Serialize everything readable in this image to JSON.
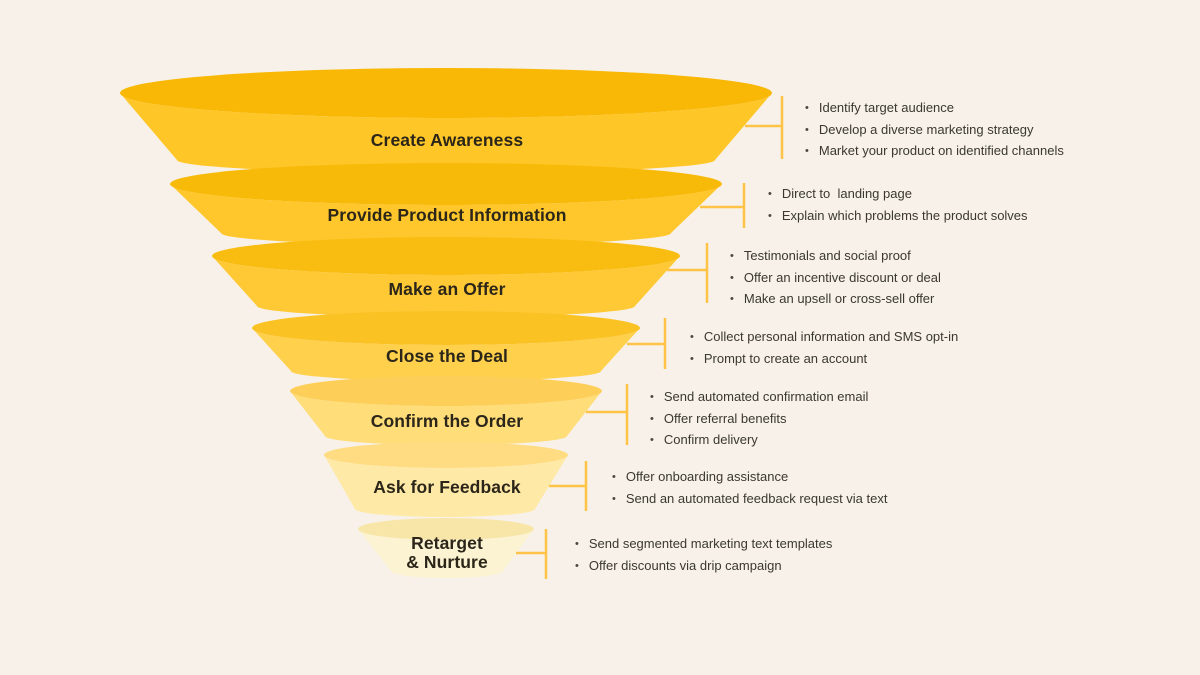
{
  "colors": {
    "background": "#F7F1E9",
    "connector": "#FFC445",
    "label_text": "#2B2619",
    "bullet_text": "#3A382F"
  },
  "stages": [
    {
      "label": "Create Awareness",
      "rim_color": "#F8B805",
      "body_color": "#FFC627",
      "bullets": [
        "Identify target audience",
        "Develop a diverse marketing strategy",
        "Market your product on identified channels"
      ]
    },
    {
      "label": "Provide Product Information",
      "rim_color": "#F8BA09",
      "body_color": "#FFC72B",
      "bullets": [
        "Direct to  landing page",
        "Explain which problems the product solves"
      ]
    },
    {
      "label": "Make an Offer",
      "rim_color": "#F9BD12",
      "body_color": "#FFC935",
      "bullets": [
        "Testimonials and social proof",
        "Offer an incentive discount or deal",
        "Make an upsell or cross-sell offer"
      ]
    },
    {
      "label": "Close the Deal",
      "rim_color": "#FBC224",
      "body_color": "#FFD04B",
      "bullets": [
        "Collect personal information and SMS opt-in",
        "Prompt to create an account"
      ]
    },
    {
      "label": "Confirm the Order",
      "rim_color": "#FECF58",
      "body_color": "#FFDD79",
      "bullets": [
        "Send automated confirmation email",
        "Offer referral benefits",
        "Confirm delivery"
      ]
    },
    {
      "label": "Ask for Feedback",
      "rim_color": "#FFDC82",
      "body_color": "#FFE9A6",
      "bullets": [
        "Offer onboarding assistance",
        "Send an automated feedback request via text"
      ]
    },
    {
      "label": "Retarget\n& Nurture",
      "rim_color": "#F8E6A8",
      "body_color": "#FCF3D2",
      "bullets": [
        "Send segmented marketing text templates",
        "Offer discounts via drip campaign"
      ]
    }
  ]
}
